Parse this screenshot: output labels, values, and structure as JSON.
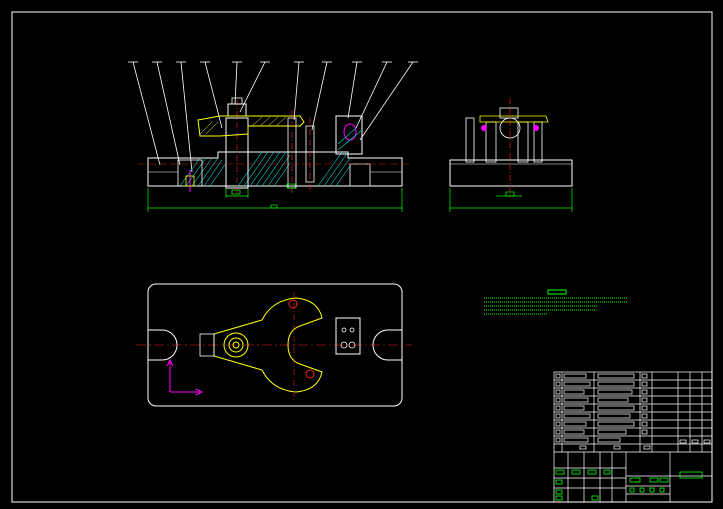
{
  "drawing": {
    "background": "#000000",
    "colors": {
      "outline": "#ffffff",
      "centerline": "#ff2020",
      "hatch": "#00e0e0",
      "dimension": "#00ff00",
      "clamp": "#ffff00",
      "pin": "#ff00ff",
      "frame": "#ffffff"
    },
    "leader_label_count": 11,
    "views": [
      "front-section-view",
      "side-view",
      "top-view"
    ],
    "notes_block": "technical-requirements",
    "title_block": "parts-list-and-title-block"
  }
}
